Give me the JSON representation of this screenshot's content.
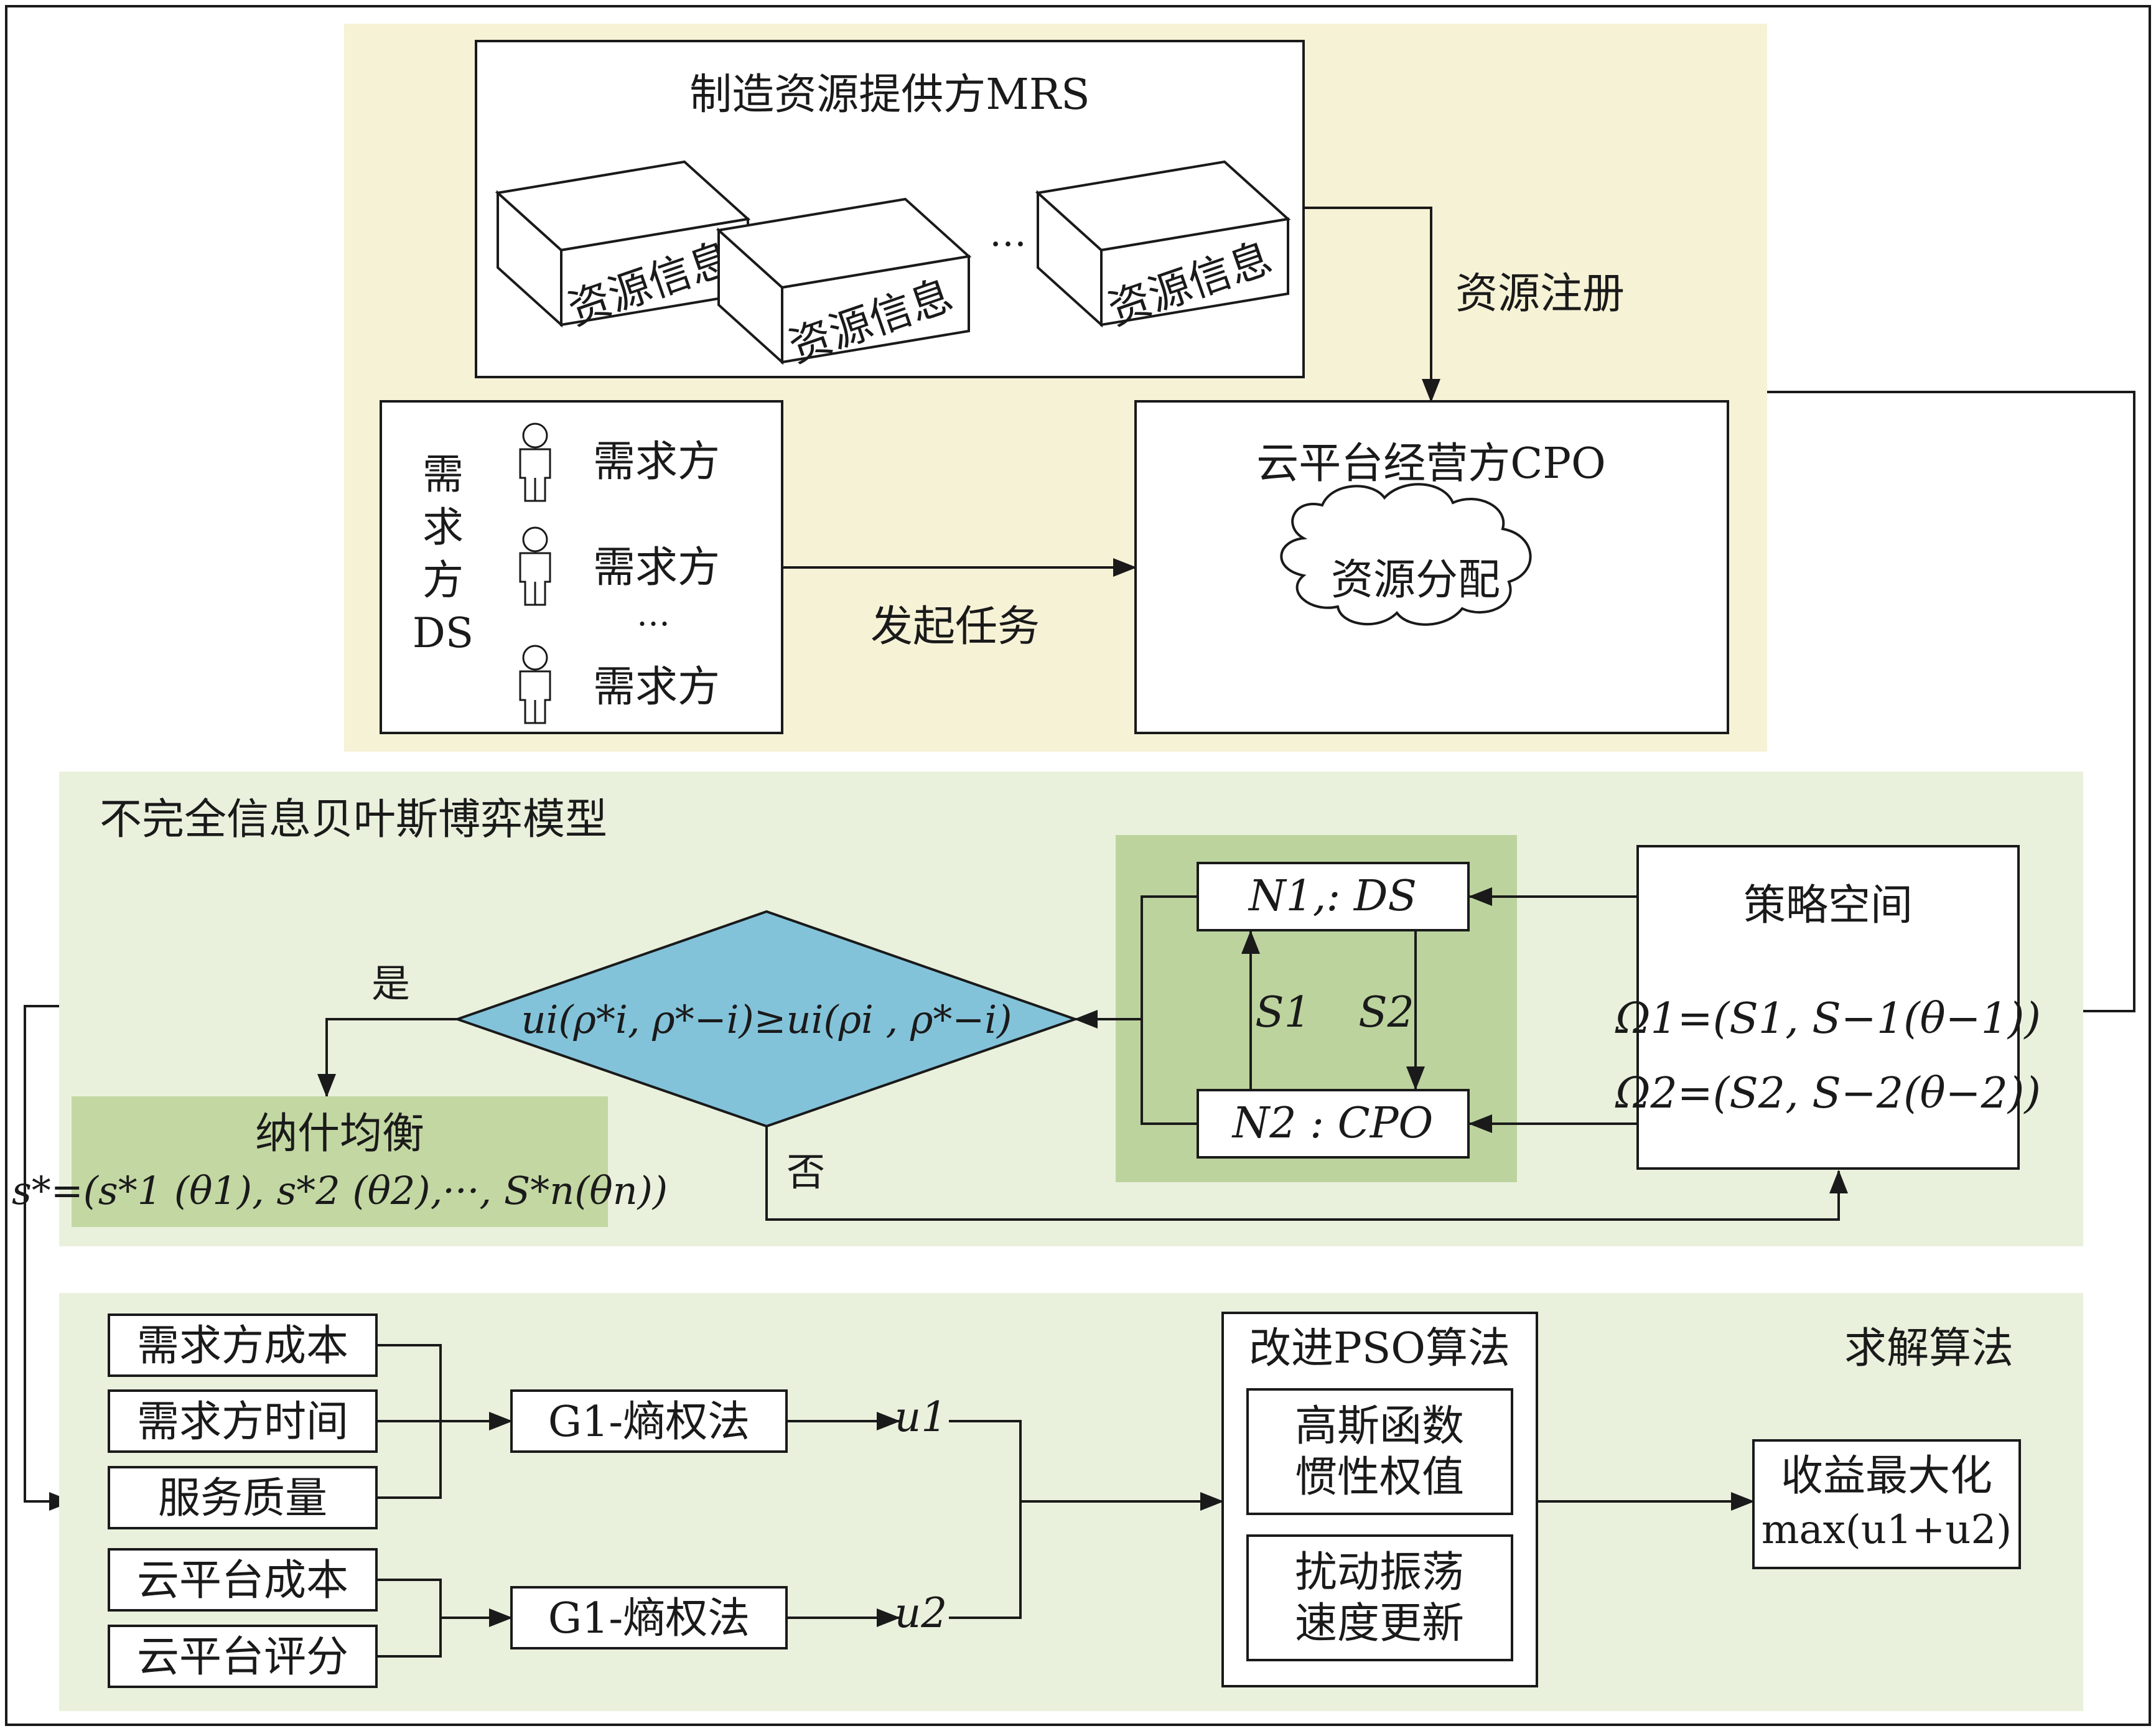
{
  "colors": {
    "top_panel": "#f6f2d6",
    "middle_panel": "#e9f1dd",
    "bottom_panel": "#e9f1dd",
    "equilibrium_box": "#c3d7a3",
    "players_box": "#bcd39e",
    "decision_diamond": "#83c3da"
  },
  "top": {
    "mrs_title": "制造资源提供方MRS",
    "resource_info": [
      "资源信息",
      "资源信息",
      "资源信息"
    ],
    "ellipsis": "…",
    "register_label": "资源注册",
    "ds_title_chars": [
      "需",
      "求",
      "方",
      "DS"
    ],
    "demanders": [
      "需求方",
      "需求方",
      "需求方"
    ],
    "demanders_ellipsis": "…",
    "launch_task_label": "发起任务",
    "cpo_title": "云平台经营方CPO",
    "cloud_label": "资源分配"
  },
  "middle": {
    "title": "不完全信息贝叶斯博弈模型",
    "yes_label": "是",
    "no_label": "否",
    "nash_title": "纳什均衡",
    "nash_formula": "s*=(s*1 (θ1), s*2 (θ2),···, S*n(θn))",
    "condition": "ui(ρ*i, ρ*−i)≥ui(ρi , ρ*−i)",
    "n1": "N1,: DS",
    "n2": "N2 : CPO",
    "s1": "S1",
    "s2": "S2",
    "strategy_title": "策略空间",
    "omega1": "Ω1=(S1, S−1(θ−1))",
    "omega2": "Ω2=(S2, S−2(θ−2))"
  },
  "bottom": {
    "title": "求解算法",
    "inputs_group1": [
      "需求方成本",
      "需求方时间",
      "服务质量"
    ],
    "inputs_group2": [
      "云平台成本",
      "云平台评分"
    ],
    "method_label": "G1-熵权法",
    "u1": "u1",
    "u2": "u2",
    "pso_title": "改进PSO算法",
    "pso_box1": [
      "高斯函数",
      "惯性权值"
    ],
    "pso_box2": [
      "扰动振荡",
      "速度更新"
    ],
    "result_lines": [
      "收益最大化",
      "max(u1+u2)"
    ]
  }
}
